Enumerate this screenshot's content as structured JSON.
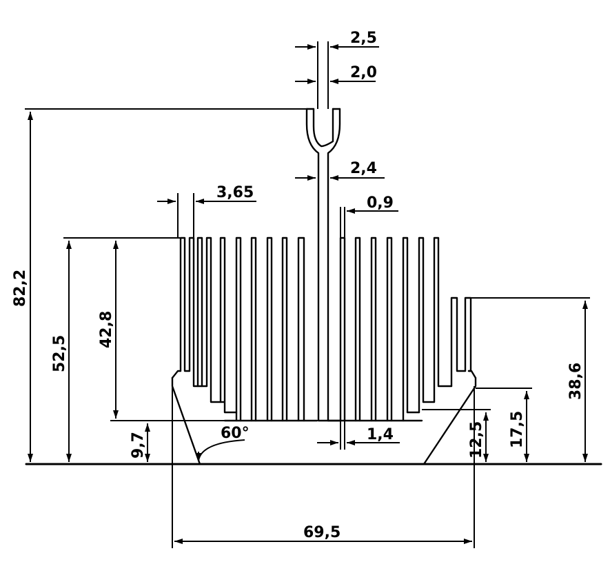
{
  "drawing": {
    "dimensions": {
      "top_width_outer": "2,5",
      "top_width_inner": "2,0",
      "stem_width": "2,4",
      "fin_tip_gap": "0,9",
      "left_fin_width": "3,65",
      "overall_height": "82,2",
      "left_fin_height": "52,5",
      "left_inner_fin_height": "42,8",
      "base_thickness": "9,7",
      "chamfer_angle": "60°",
      "fin_root_gap": "1,4",
      "right_base_height": "12,5",
      "right_step_height": "17,5",
      "right_fin_height": "38,6",
      "overall_width": "69,5"
    }
  }
}
